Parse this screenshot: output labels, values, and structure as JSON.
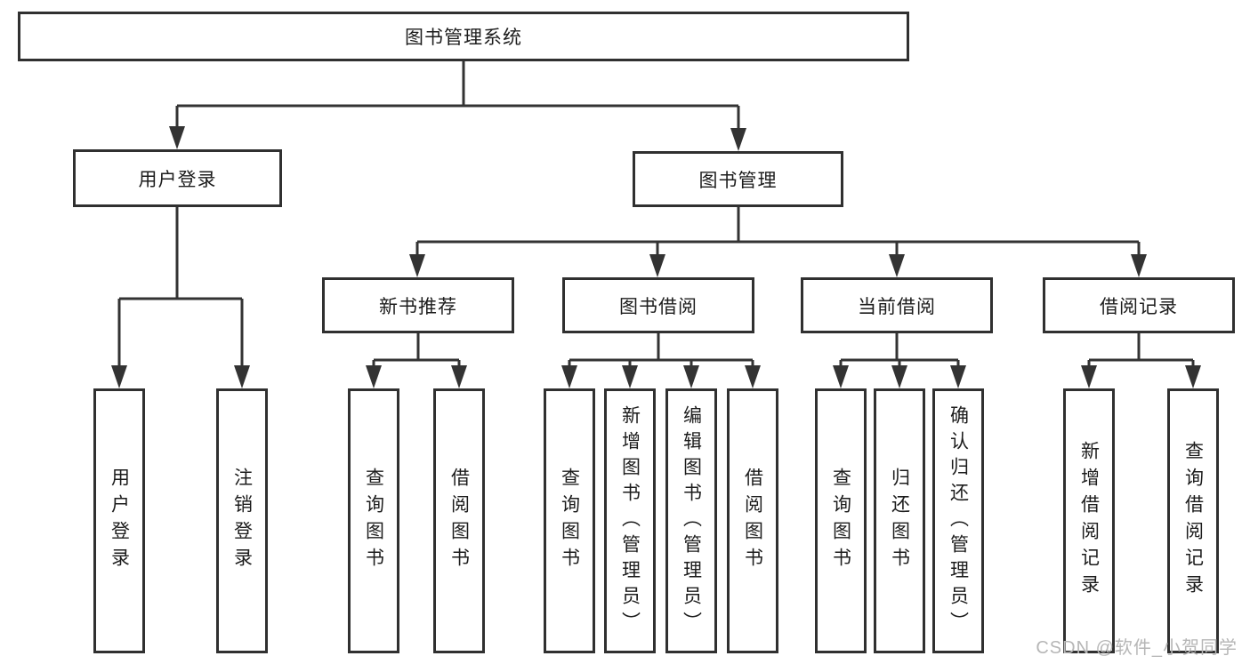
{
  "diagram": {
    "type": "hierarchy-tree",
    "nodes": {
      "root": {
        "label": "图书管理系统"
      },
      "user_login": {
        "label": "用户登录"
      },
      "book_management": {
        "label": "图书管理"
      },
      "new_book_recommend": {
        "label": "新书推荐"
      },
      "book_borrow": {
        "label": "图书借阅"
      },
      "current_borrow": {
        "label": "当前借阅"
      },
      "borrow_records": {
        "label": "借阅记录"
      },
      "user_login_action": {
        "label": "用户登录"
      },
      "logout_action": {
        "label": "注销登录"
      },
      "nb_query_books": {
        "label": "查询图书"
      },
      "nb_borrow_books": {
        "label": "借阅图书"
      },
      "bb_query_books": {
        "label": "查询图书"
      },
      "bb_add_books": {
        "label": "新增图书（管理员）"
      },
      "bb_edit_books": {
        "label": "编辑图书（管理员）"
      },
      "bb_borrow_books": {
        "label": "借阅图书"
      },
      "cb_query_books": {
        "label": "查询图书"
      },
      "cb_return_books": {
        "label": "归还图书"
      },
      "cb_confirm_return": {
        "label": "确认归还（管理员）"
      },
      "br_add_record": {
        "label": "新增借阅记录"
      },
      "br_query_record": {
        "label": "查询借阅记录"
      }
    },
    "edges": [
      [
        "root",
        "user_login"
      ],
      [
        "root",
        "book_management"
      ],
      [
        "user_login",
        "user_login_action"
      ],
      [
        "user_login",
        "logout_action"
      ],
      [
        "book_management",
        "new_book_recommend"
      ],
      [
        "book_management",
        "book_borrow"
      ],
      [
        "book_management",
        "current_borrow"
      ],
      [
        "book_management",
        "borrow_records"
      ],
      [
        "new_book_recommend",
        "nb_query_books"
      ],
      [
        "new_book_recommend",
        "nb_borrow_books"
      ],
      [
        "book_borrow",
        "bb_query_books"
      ],
      [
        "book_borrow",
        "bb_add_books"
      ],
      [
        "book_borrow",
        "bb_edit_books"
      ],
      [
        "book_borrow",
        "bb_borrow_books"
      ],
      [
        "current_borrow",
        "cb_query_books"
      ],
      [
        "current_borrow",
        "cb_return_books"
      ],
      [
        "current_borrow",
        "cb_confirm_return"
      ],
      [
        "borrow_records",
        "br_add_record"
      ],
      [
        "borrow_records",
        "br_query_record"
      ]
    ],
    "colors": {
      "border": "#303030",
      "line": "#333333",
      "text": "#1c1c1c",
      "background": "#ffffff",
      "watermark": "#b6b6b6"
    }
  },
  "watermark": {
    "text": "CSDN @软件_小贺同学"
  }
}
